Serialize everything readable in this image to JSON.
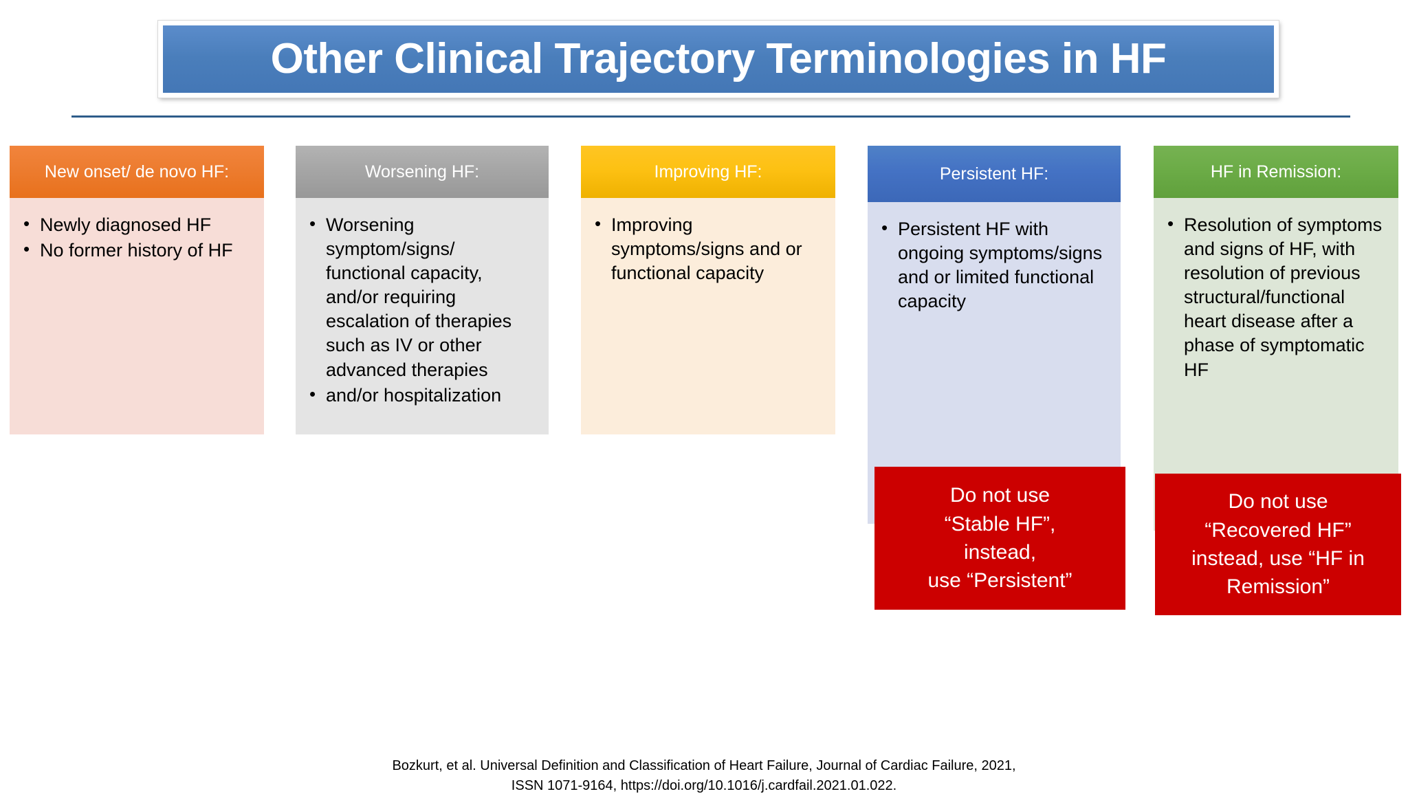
{
  "title": {
    "text": "Other Clinical Trajectory Terminologies in HF"
  },
  "colors": {
    "title_banner": "#4477b6",
    "divider": "#2e5c8a",
    "new_onset_header": "#ed7d31",
    "new_onset_body": "#f7ddd7",
    "worsening_header": "#a6a6a6",
    "worsening_body": "#e4e4e4",
    "improving_header": "#fdc113",
    "improving_body": "#fceddb",
    "persistent_header": "#4472c4",
    "persistent_body": "#d8ddee",
    "remission_header": "#6cac47",
    "remission_body": "#dde6d7",
    "warning": "#cc0000"
  },
  "columns": [
    {
      "id": "new-onset",
      "header": "New onset/ de novo HF:",
      "bullets": [
        "Newly diagnosed HF",
        "No former history of HF"
      ]
    },
    {
      "id": "worsening",
      "header": "Worsening HF:",
      "bullets": [
        "Worsening symptom/signs/ functional capacity, and/or requiring escalation of therapies such as IV or other advanced therapies",
        "and/or hospitalization"
      ]
    },
    {
      "id": "improving",
      "header": "Improving HF:",
      "bullets": [
        "Improving symptoms/signs  and or functional capacity"
      ]
    },
    {
      "id": "persistent",
      "header": "Persistent HF:",
      "bullets": [
        "Persistent HF with ongoing symptoms/signs and or limited functional capacity"
      ],
      "warning": {
        "lines": [
          "Do not use",
          "“Stable HF”,",
          "instead,",
          "use “Persistent”"
        ]
      }
    },
    {
      "id": "remission",
      "header": "HF in Remission:",
      "bullets": [
        "Resolution of symptoms and signs of HF,  with resolution of previous structural/functional heart disease after a phase of symptomatic HF"
      ],
      "warning": {
        "lines": [
          "Do not use",
          "“Recovered HF”",
          "instead, use “HF in",
          "Remission”"
        ]
      }
    }
  ],
  "citation": {
    "line1": "Bozkurt, et al. Universal Definition and Classification of Heart Failure, Journal of Cardiac Failure, 2021,",
    "line2": "ISSN 1071-9164, https://doi.org/10.1016/j.cardfail.2021.01.022."
  }
}
